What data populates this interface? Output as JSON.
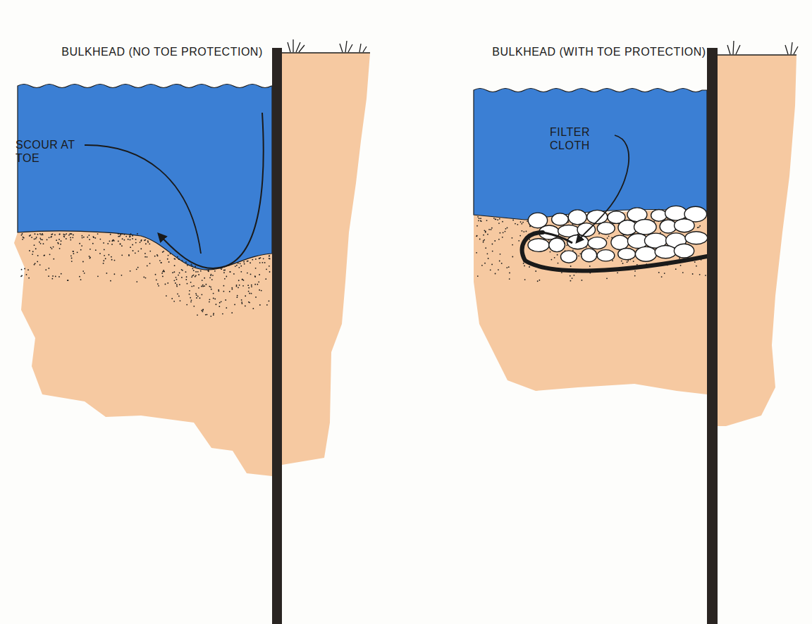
{
  "diagram": {
    "labels": [
      "BULKHEAD (NO TOE PROTECTION)",
      "BULKHEAD (WITH TOE PROTECTION)",
      "SCOUR AT TOE",
      "FILTER CLOTH"
    ]
  }
}
